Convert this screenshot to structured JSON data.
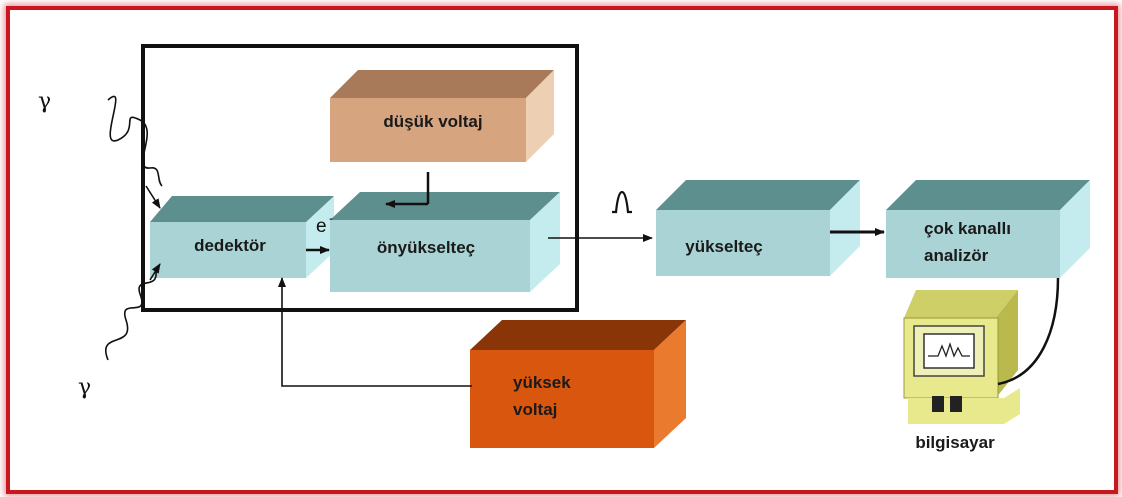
{
  "diagram": {
    "gamma_top": "γ",
    "gamma_bottom": "γ",
    "electron": "e",
    "blocks": {
      "detector": "dedektör",
      "low_voltage": "düşük voltaj",
      "preamplifier": "önyükselteç",
      "amplifier": "yükselteç",
      "mca_line1": "çok kanallı",
      "mca_line2": "analizör",
      "hv_line1": "yüksek",
      "hv_line2": "voltaj",
      "computer": "bilgisayar"
    },
    "colors": {
      "frame": "#c8171f",
      "teal_front": "#a9d3d5",
      "teal_top": "#5e8f8f",
      "teal_side": "#c4ecee",
      "tan_front": "#d6a580",
      "tan_top": "#a87a59",
      "orange_front": "#d9560f",
      "orange_top": "#8a3508",
      "computer_body": "#e8e88c"
    }
  }
}
